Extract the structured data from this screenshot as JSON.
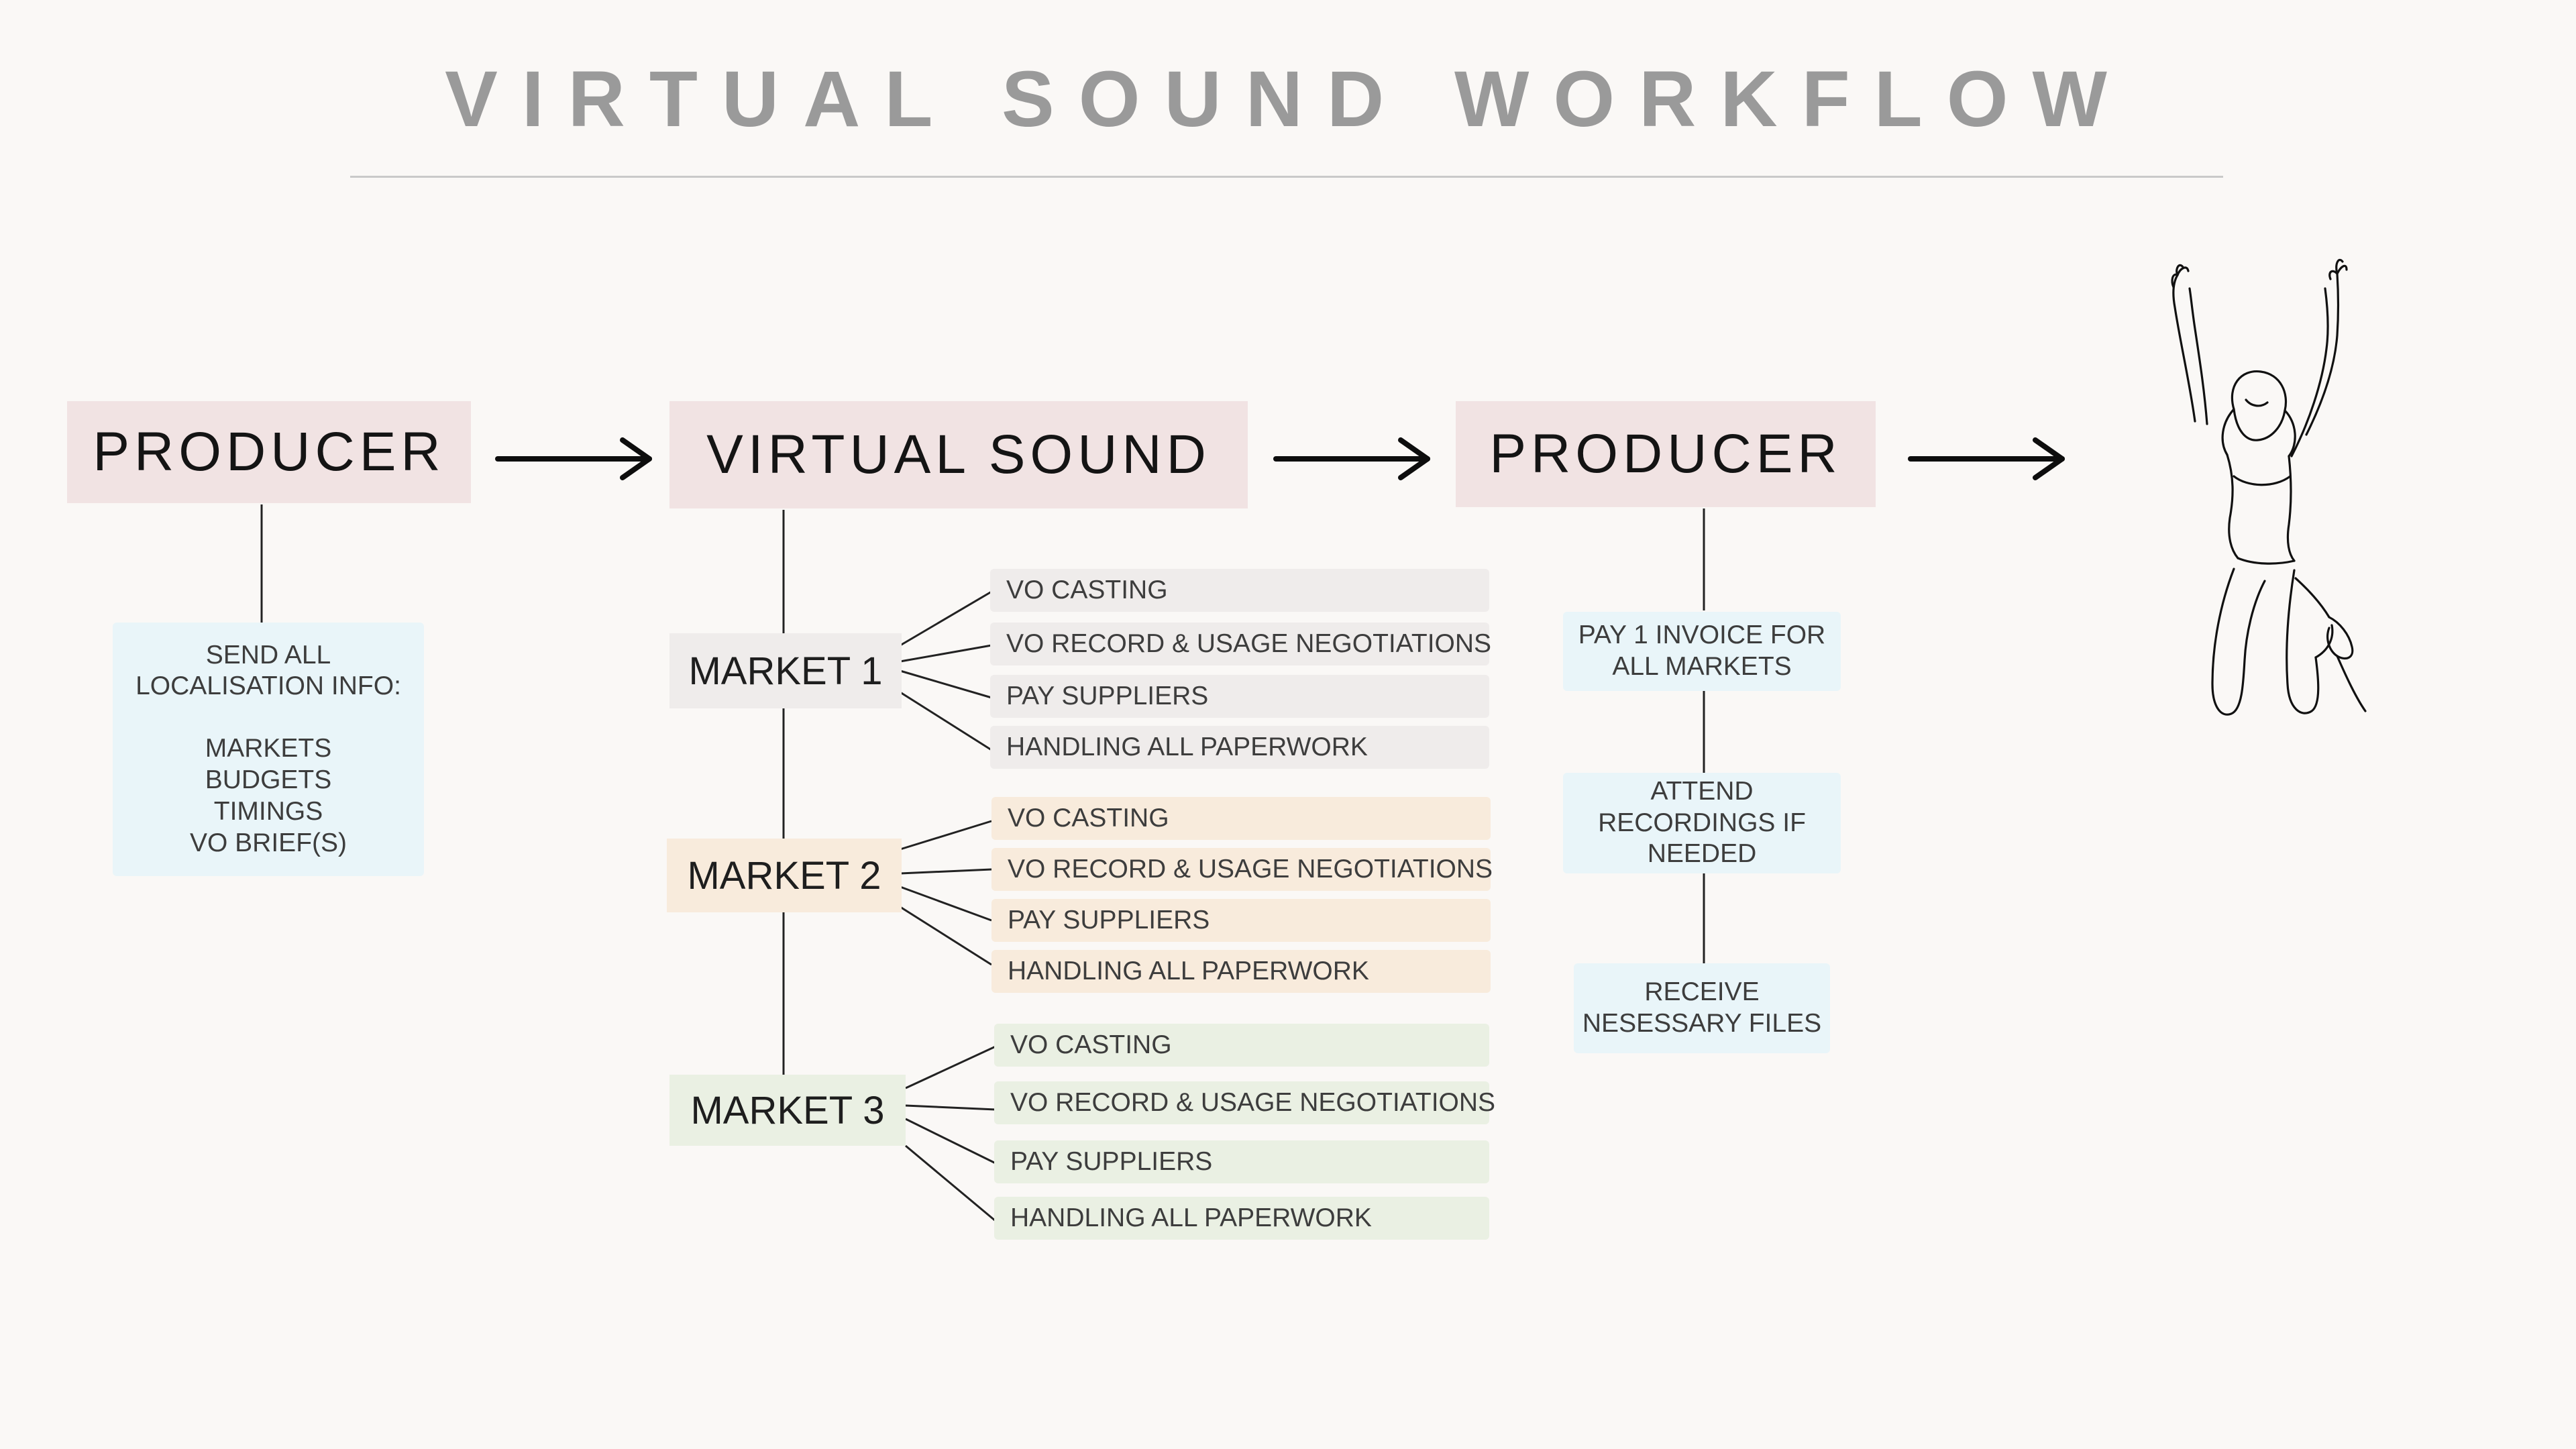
{
  "title": "VIRTUAL SOUND WORKFLOW",
  "stages": [
    {
      "label": "PRODUCER"
    },
    {
      "label": "VIRTUAL SOUND"
    },
    {
      "label": "PRODUCER"
    }
  ],
  "producer_brief": {
    "line1": "SEND ALL",
    "line2": "LOCALISATION INFO:",
    "items": [
      "MARKETS",
      "BUDGETS",
      "TIMINGS",
      "VO BRIEF(S)"
    ]
  },
  "markets": [
    {
      "label": "MARKET 1",
      "color": "#efeceb",
      "tasks": [
        "VO CASTING",
        "VO RECORD & USAGE NEGOTIATIONS",
        "PAY SUPPLIERS",
        "HANDLING ALL PAPERWORK"
      ]
    },
    {
      "label": "MARKET 2",
      "color": "#f8ebdc",
      "tasks": [
        "VO CASTING",
        "VO RECORD & USAGE NEGOTIATIONS",
        "PAY SUPPLIERS",
        "HANDLING ALL PAPERWORK"
      ]
    },
    {
      "label": "MARKET 3",
      "color": "#eaf0e3",
      "tasks": [
        "VO CASTING",
        "VO RECORD & USAGE NEGOTIATIONS",
        "PAY SUPPLIERS",
        "HANDLING ALL PAPERWORK"
      ]
    }
  ],
  "producer_steps": [
    {
      "line1": "PAY 1 INVOICE FOR",
      "line2": "ALL MARKETS"
    },
    {
      "line1": "ATTEND",
      "line2": "RECORDINGS IF",
      "line3": "NEEDED"
    },
    {
      "line1": "RECEIVE",
      "line2": "NESESSARY FILES"
    }
  ],
  "colors": {
    "stage_fill": "#f1e3e3",
    "info_fill": "#e9f5f9",
    "title_gray": "#9a9a9a"
  },
  "icons": {
    "arrow": "right-arrow-icon",
    "celebration": "jumping-person-illustration"
  }
}
